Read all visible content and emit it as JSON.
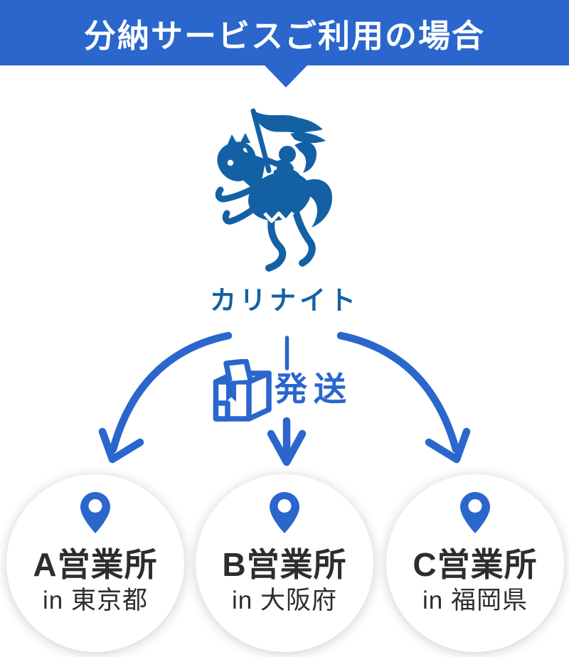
{
  "colors": {
    "primary": "#2a66cc",
    "logo": "#1361a4",
    "heading_text": "#ffffff",
    "dark_text": "#2d2d2d"
  },
  "banner": {
    "title": "分納サービスご利用の場合"
  },
  "sender": {
    "name": "カリナイト",
    "icon": "knight-on-horse-icon"
  },
  "shipping": {
    "label": "発送",
    "icon": "package-box-icon"
  },
  "branch_icon": "map-pin-icon",
  "branches": [
    {
      "name": "A営業所",
      "location": "in 東京都"
    },
    {
      "name": "B営業所",
      "location": "in 大阪府"
    },
    {
      "name": "C営業所",
      "location": "in 福岡県"
    }
  ]
}
